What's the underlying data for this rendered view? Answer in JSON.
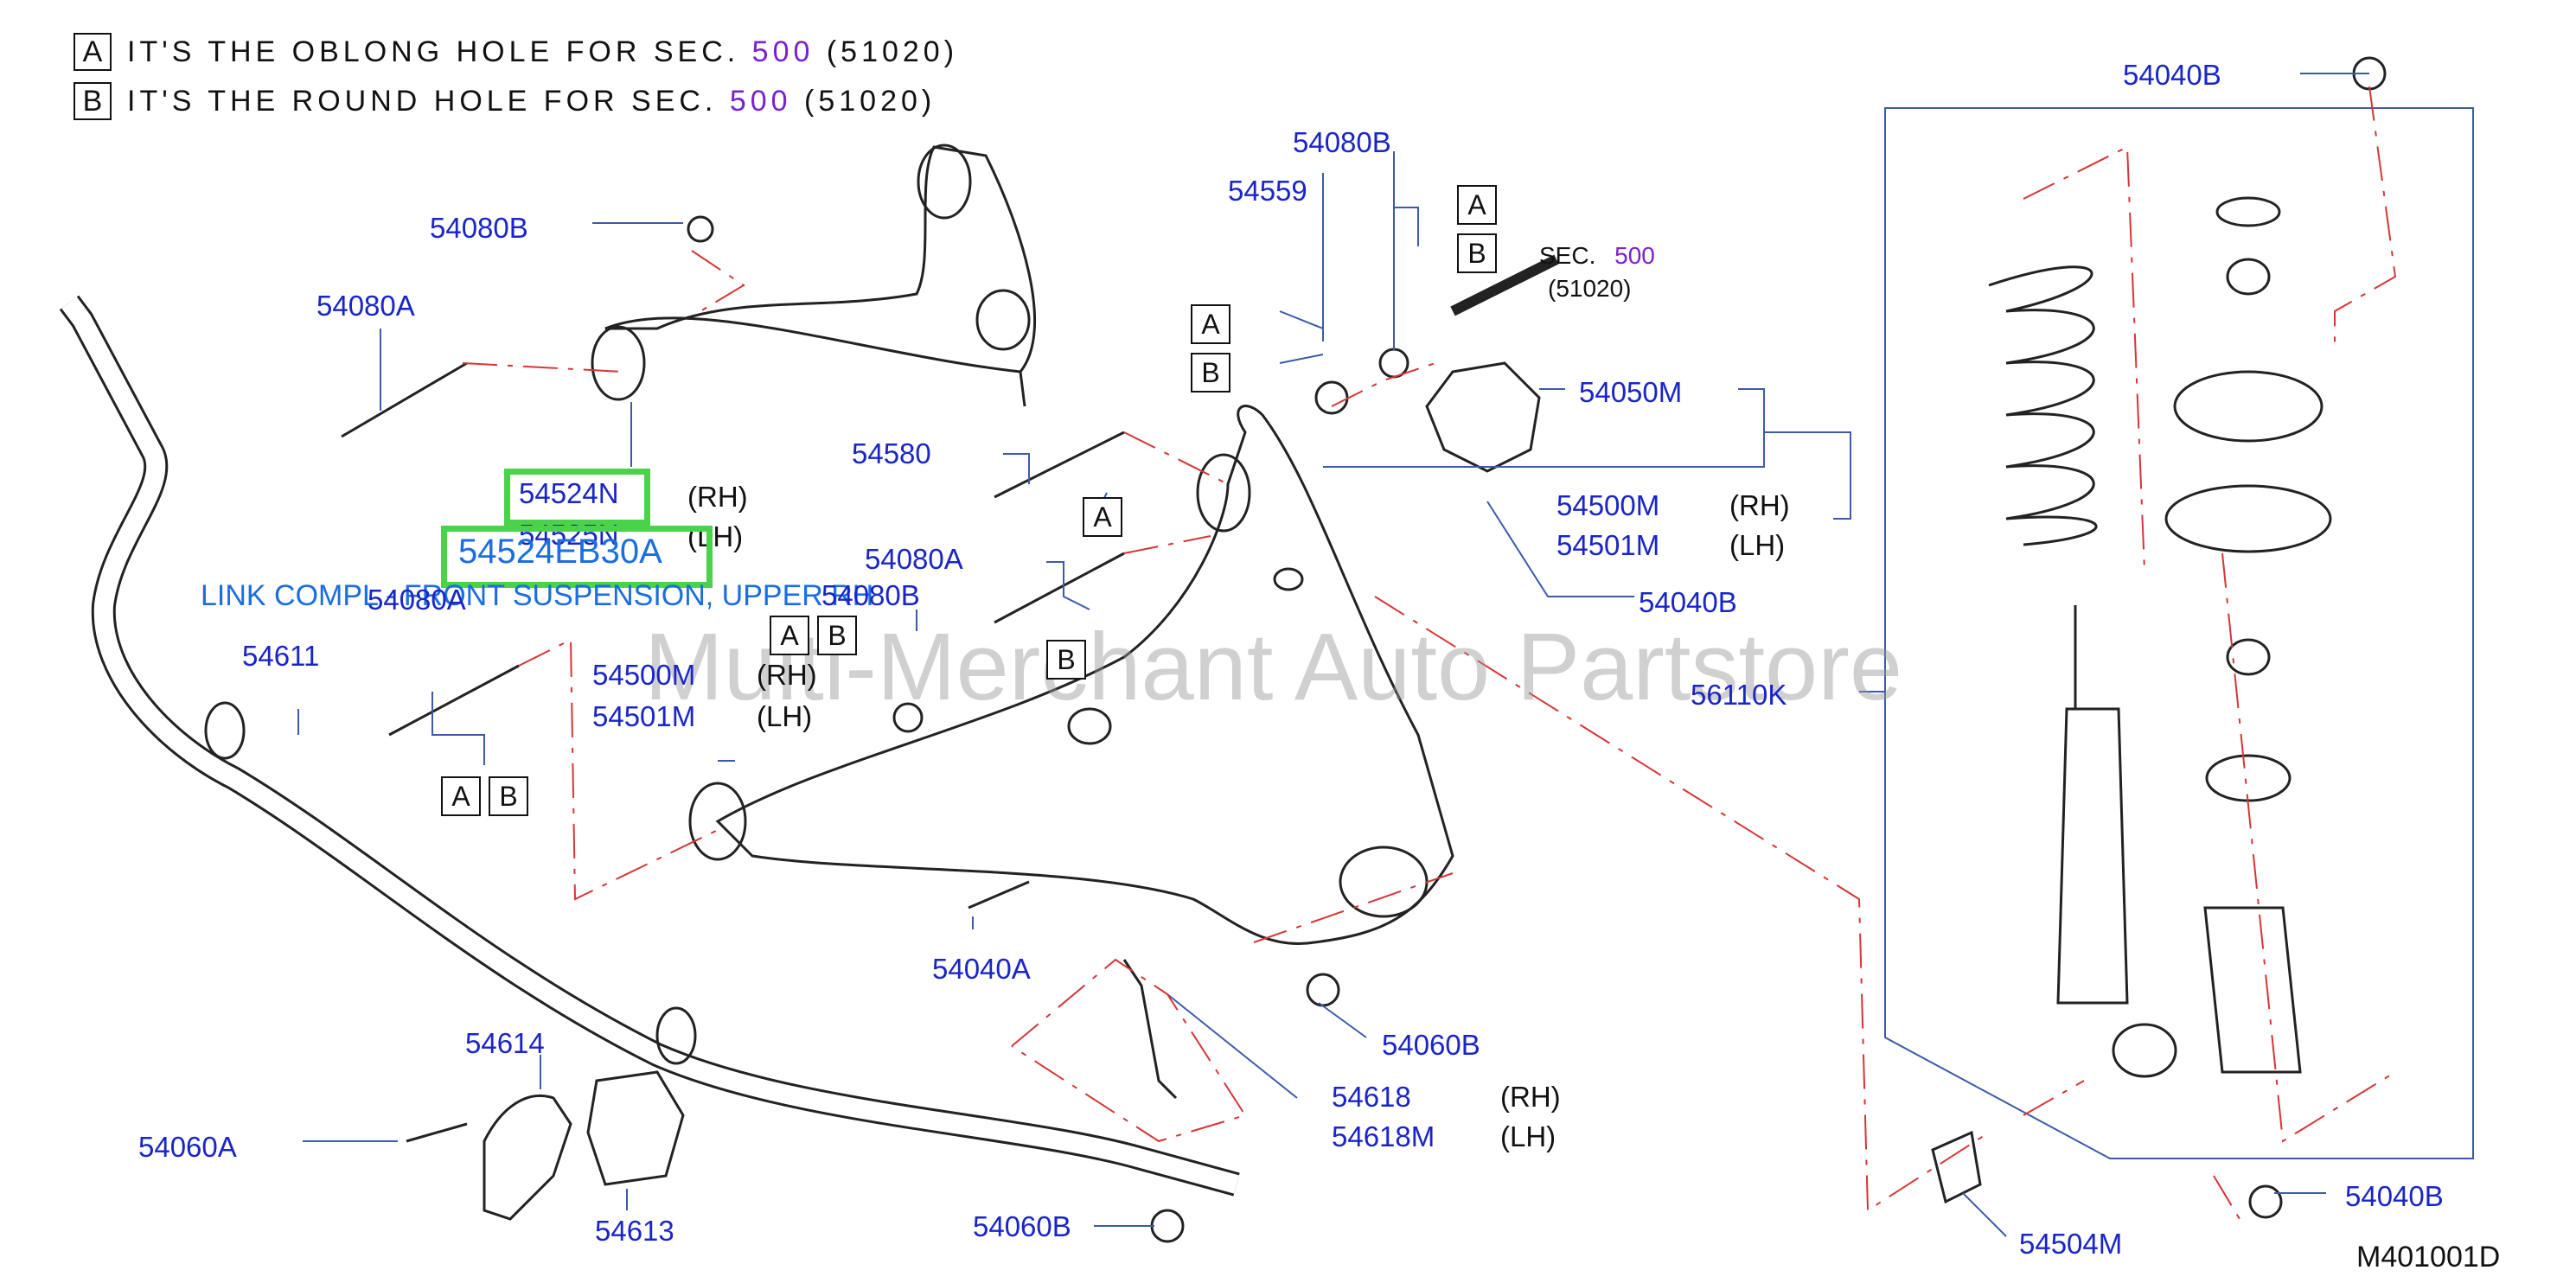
{
  "notes": [
    {
      "box": "A",
      "text": "IT'S THE OBLONG HOLE FOR SEC.",
      "sec": "500",
      "ref": "(51020)"
    },
    {
      "box": "B",
      "text": "IT'S THE ROUND HOLE FOR SEC.",
      "sec": "500",
      "ref": "(51020)"
    }
  ],
  "sec_callout": {
    "label": "SEC.",
    "sec": "500",
    "ref": "(51020)"
  },
  "highlight": {
    "part_no": "54524EB30A",
    "link_text": "LINK COMPL - FRONT SUSPENSION, UPPER RH"
  },
  "watermark": "Multi-Merchant Auto Partstore",
  "diagram_code": "M401001D",
  "tags": [
    "A",
    "B"
  ],
  "parts": {
    "p54040B_top": "54040B",
    "p54080B_a": "54080B",
    "p54080B_b": "54080B",
    "p54080B_c": "54080B",
    "p54559": "54559",
    "p54080A_a": "54080A",
    "p54080A_b": "54080A",
    "p54080A_c": "54080A",
    "p54050M": "54050M",
    "p54524N": "54524N",
    "p54525N": "54525N",
    "p54580": "54580",
    "p54500M_a": "54500M",
    "p54501M_a": "54501M",
    "p54500M_b": "54500M",
    "p54501M_b": "54501M",
    "p54040B_mid": "54040B",
    "p54611": "54611",
    "p56110K": "56110K",
    "p54040A": "54040A",
    "p54060B_a": "54060B",
    "p54614": "54614",
    "p54618": "54618",
    "p54618M": "54618M",
    "p54060A": "54060A",
    "p54613": "54613",
    "p54060B_b": "54060B",
    "p54040B_bot": "54040B",
    "p54504M": "54504M"
  },
  "sides": {
    "rh": "(RH)",
    "lh": "(LH)"
  }
}
